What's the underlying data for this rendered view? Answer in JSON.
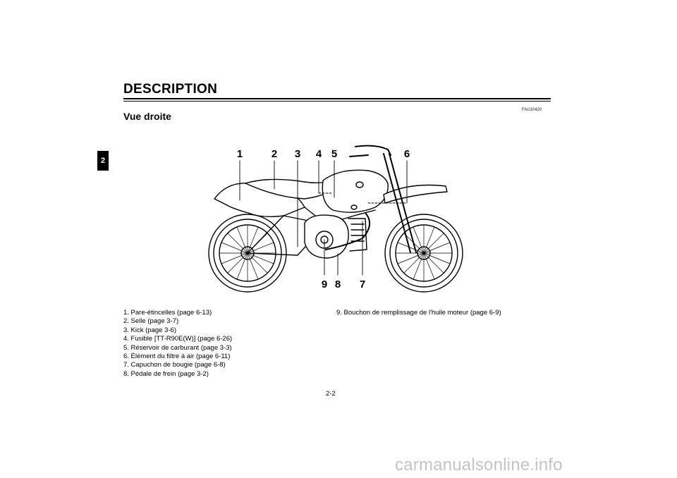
{
  "header": {
    "title": "DESCRIPTION"
  },
  "side_tab": {
    "chapter": "2"
  },
  "section": {
    "ref_code": "FAU10420",
    "title": "Vue droite"
  },
  "diagram": {
    "callouts": [
      "1",
      "2",
      "3",
      "4",
      "5",
      "6",
      "7",
      "8",
      "9"
    ]
  },
  "legend": {
    "items": [
      "1. Pare-étincelles (page 6-13)",
      "2. Selle (page 3-7)",
      "3. Kick (page 3-6)",
      "4. Fusible [TT-R90E(W)] (page 6-26)",
      "5. Réservoir de carburant (page 3-3)",
      "6. Élément du filtre à air (page 6-11)",
      "7. Capuchon de bougie (page 6-8)",
      "8. Pédale de frein (page 3-2)",
      "9. Bouchon de remplissage de l'huile moteur (page 6-9)"
    ]
  },
  "footer": {
    "page_number": "2-2",
    "watermark": "carmanualsonline.info"
  }
}
